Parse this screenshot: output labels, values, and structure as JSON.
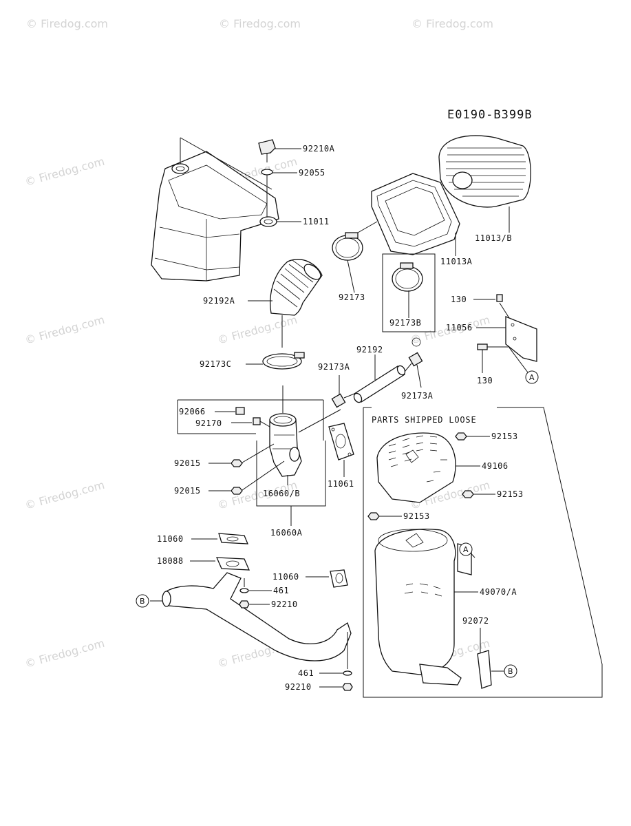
{
  "diagram_code": "E0190-B399B",
  "section_title": "PARTS SHIPPED LOOSE",
  "watermark": "© Firedog.com",
  "callouts": {
    "a": "A",
    "b": "B"
  },
  "labels": {
    "p92210A": "92210A",
    "p92055": "92055",
    "p11011": "11011",
    "p11013B": "11013/B",
    "p11013A": "11013A",
    "p92173": "92173",
    "p92173B": "92173B",
    "p92192A": "92192A",
    "p130_top": "130",
    "p11056": "11056",
    "p130_bot": "130",
    "p92173C": "92173C",
    "p92192": "92192",
    "p92173A_left": "92173A",
    "p92173A_right": "92173A",
    "p92066": "92066",
    "p92170": "92170",
    "p92015_a": "92015",
    "p92015_b": "92015",
    "p16060B": "16060/B",
    "p16060A": "16060A",
    "p11061": "11061",
    "p92153_a": "92153",
    "p49106": "49106",
    "p92153_b": "92153",
    "p92153_c": "92153",
    "p11060_a": "11060",
    "p18088": "18088",
    "p11060_b": "11060",
    "p461_a": "461",
    "p92210_a": "92210",
    "p49070A": "49070/A",
    "p92072": "92072",
    "p461_b": "461",
    "p92210_b": "92210"
  }
}
